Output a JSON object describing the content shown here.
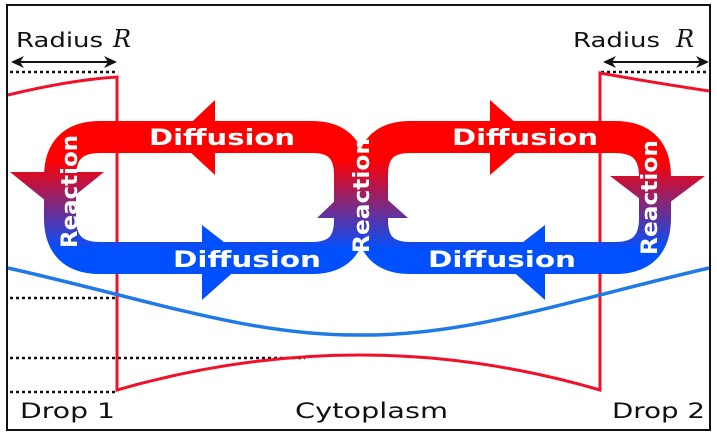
{
  "colors": {
    "reaction_red": "#ff0000",
    "reaction_blue": "#0050ff",
    "boundary_red": "#f0102a",
    "concentration_blue": "#1f7ae6",
    "frame": "#111111"
  },
  "labels": {
    "radius_left": "Radius",
    "radius_left_symbol": "R",
    "radius_right": "Radius",
    "radius_right_symbol": "R",
    "drop1": "Drop 1",
    "cytoplasm": "Cytoplasm",
    "drop2": "Drop 2"
  },
  "flows": {
    "top_left": "Diffusion",
    "bottom_left": "Diffusion",
    "top_right": "Diffusion",
    "bottom_right": "Diffusion",
    "reaction_left": "Reaction",
    "reaction_center": "Reaction",
    "reaction_right": "Reaction"
  }
}
